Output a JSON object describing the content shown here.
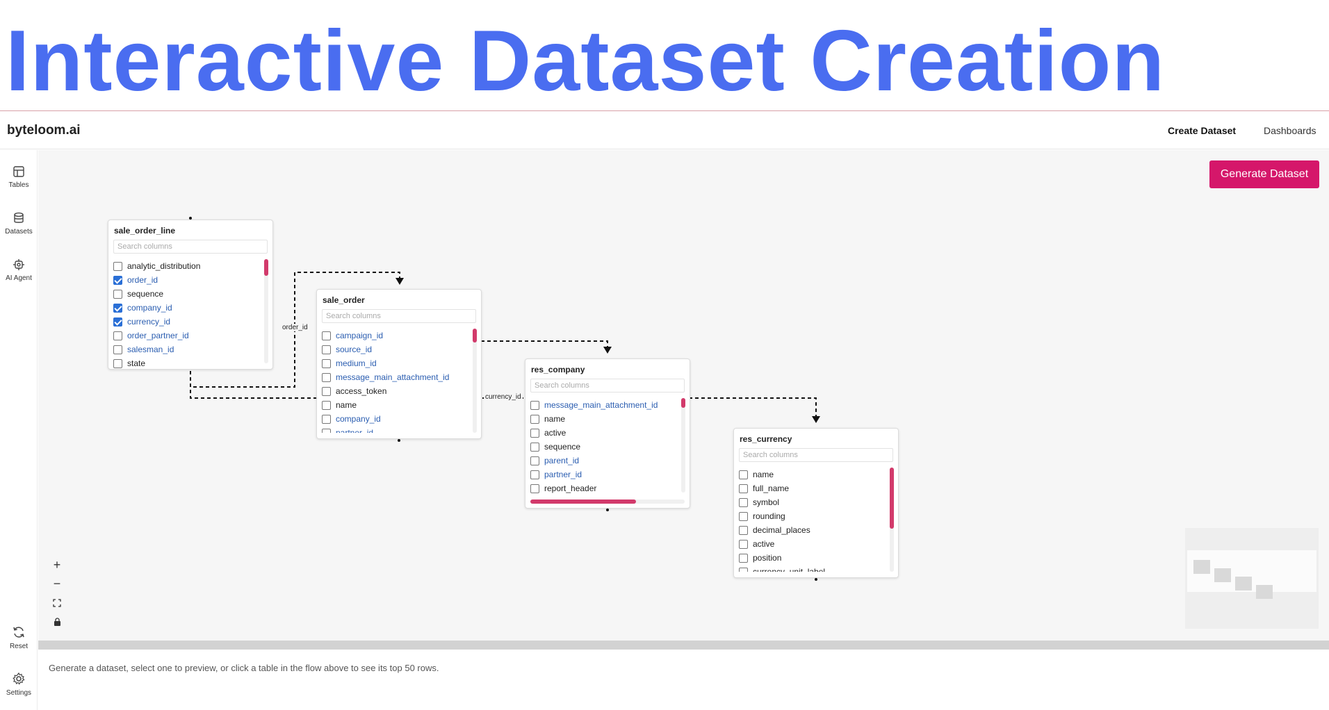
{
  "banner": {
    "title": "Interactive Dataset Creation"
  },
  "header": {
    "brand": "byteloom.ai",
    "nav": [
      {
        "label": "Create Dataset"
      },
      {
        "label": "Dashboards"
      }
    ]
  },
  "sidebar": {
    "items": [
      {
        "label": "Tables",
        "icon": "table-icon"
      },
      {
        "label": "Datasets",
        "icon": "database-icon"
      },
      {
        "label": "AI Agent",
        "icon": "robot-icon"
      },
      {
        "label": "Reset",
        "icon": "refresh-icon"
      },
      {
        "label": "Settings",
        "icon": "gear-icon"
      }
    ]
  },
  "canvas": {
    "generate_button": "Generate Dataset",
    "edge_labels": [
      "order_id",
      "currency_id"
    ],
    "zoom_controls": [
      "+",
      "−"
    ]
  },
  "nodes": [
    {
      "title": "sale_order_line",
      "search_placeholder": "Search columns",
      "columns": [
        {
          "name": "analytic_distribution",
          "checked": false,
          "link": false
        },
        {
          "name": "order_id",
          "checked": true,
          "link": true
        },
        {
          "name": "sequence",
          "checked": false,
          "link": false
        },
        {
          "name": "company_id",
          "checked": true,
          "link": true
        },
        {
          "name": "currency_id",
          "checked": true,
          "link": true
        },
        {
          "name": "order_partner_id",
          "checked": false,
          "link": true
        },
        {
          "name": "salesman_id",
          "checked": false,
          "link": true
        },
        {
          "name": "state",
          "checked": false,
          "link": false
        }
      ]
    },
    {
      "title": "sale_order",
      "search_placeholder": "Search columns",
      "columns": [
        {
          "name": "campaign_id",
          "checked": false,
          "link": true
        },
        {
          "name": "source_id",
          "checked": false,
          "link": true
        },
        {
          "name": "medium_id",
          "checked": false,
          "link": true
        },
        {
          "name": "message_main_attachment_id",
          "checked": false,
          "link": true
        },
        {
          "name": "access_token",
          "checked": false,
          "link": false
        },
        {
          "name": "name",
          "checked": false,
          "link": false
        },
        {
          "name": "company_id",
          "checked": false,
          "link": true
        },
        {
          "name": "partner_id",
          "checked": false,
          "link": true
        }
      ]
    },
    {
      "title": "res_company",
      "search_placeholder": "Search columns",
      "columns": [
        {
          "name": "message_main_attachment_id",
          "checked": false,
          "link": true
        },
        {
          "name": "name",
          "checked": false,
          "link": false
        },
        {
          "name": "active",
          "checked": false,
          "link": false
        },
        {
          "name": "sequence",
          "checked": false,
          "link": false
        },
        {
          "name": "parent_id",
          "checked": false,
          "link": true
        },
        {
          "name": "partner_id",
          "checked": false,
          "link": true
        },
        {
          "name": "report_header",
          "checked": false,
          "link": false
        }
      ]
    },
    {
      "title": "res_currency",
      "search_placeholder": "Search columns",
      "columns": [
        {
          "name": "name",
          "checked": false,
          "link": false
        },
        {
          "name": "full_name",
          "checked": false,
          "link": false
        },
        {
          "name": "symbol",
          "checked": false,
          "link": false
        },
        {
          "name": "rounding",
          "checked": false,
          "link": false
        },
        {
          "name": "decimal_places",
          "checked": false,
          "link": false
        },
        {
          "name": "active",
          "checked": false,
          "link": false
        },
        {
          "name": "position",
          "checked": false,
          "link": false
        },
        {
          "name": "currency_unit_label",
          "checked": false,
          "link": false
        }
      ]
    }
  ],
  "preview": {
    "hint": "Generate a dataset, select one to preview, or click a table in the flow above to see its top 50 rows."
  }
}
